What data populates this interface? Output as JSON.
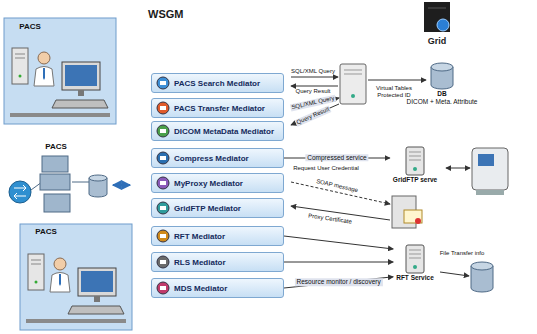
{
  "diagram": {
    "nodes": [
      {
        "text": [
          "WSGM"
        ]
      },
      {
        "text": [
          "PACS Search Mediator"
        ],
        "in": 0
      },
      {
        "text": [
          "PACS Transfer Mediator"
        ],
        "in": 0
      },
      {
        "text": [
          "DICOM MetaData Mediator"
        ],
        "in": 0
      },
      {
        "text": [
          "Compress Mediator"
        ],
        "in": 0
      },
      {
        "text": [
          "MyProxy Mediator"
        ],
        "in": 0
      },
      {
        "text": [
          "GridFTP Mediator"
        ],
        "in": 0
      },
      {
        "text": [
          "RFT Mediator"
        ],
        "in": 0
      },
      {
        "text": [
          "RLS Mediator"
        ],
        "in": 0
      },
      {
        "text": [
          "MDS Mediator"
        ],
        "in": 0
      },
      {
        "text": [
          "Grid"
        ]
      },
      {
        "text": [
          "DB",
          "DICOM + Meta. Attribute"
        ],
        "in": 10
      },
      {
        "text": [
          "GridFTP serve"
        ],
        "in": 10
      },
      {
        "text": [
          "RFT Service"
        ],
        "in": 10
      }
    ],
    "edges": [
      {
        "from": 4,
        "to": 12,
        "arrow": "to",
        "label": "Compressed service"
      },
      {
        "from": 7,
        "to": 13,
        "arrow": "to"
      },
      {
        "from": 8,
        "to": 13,
        "arrow": "to"
      },
      {
        "from": 9,
        "to": 13,
        "arrow": "to",
        "label": "Resource monitor / discovery"
      }
    ],
    "labels": [
      "PACS",
      "PACS",
      "PACS",
      "SQL/XML Query",
      "Query Result",
      "SQL/XML Query",
      "Query Result",
      "Virtual Tables Protected ID",
      "Request User Credential",
      "SOAP message",
      "Proxy Certificate",
      "File Transfer info"
    ]
  }
}
